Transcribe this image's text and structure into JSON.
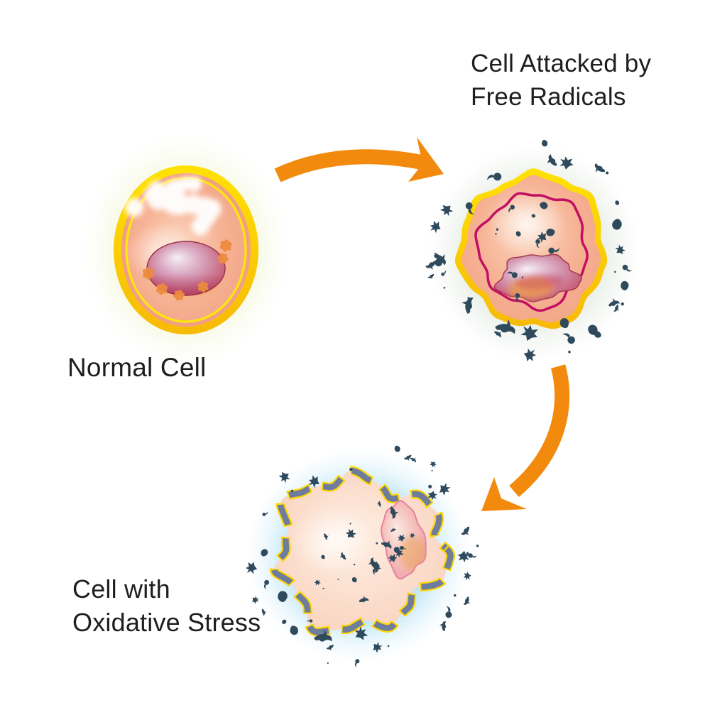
{
  "diagram": {
    "type": "process-flow",
    "stages": [
      {
        "id": "normal-cell",
        "lines": [
          "Normal Cell"
        ]
      },
      {
        "id": "cell-attacked-by-free-radicals",
        "lines": [
          "Cell Attacked by",
          "Free Radicals"
        ]
      },
      {
        "id": "cell-with-oxidative-stress",
        "lines": [
          "Cell with",
          "Oxidative Stress"
        ]
      }
    ],
    "flow": [
      {
        "from": "normal-cell",
        "to": "cell-attacked-by-free-radicals"
      },
      {
        "from": "cell-attacked-by-free-radicals",
        "to": "cell-with-oxidative-stress"
      }
    ],
    "colors": {
      "background": "#FFFFFF",
      "label_text": "#1E1E1E",
      "arrow_orange": "#F28B0D",
      "membrane_yellow": "#FFD606",
      "cell_body_salmon": "#F2A285",
      "cell_interior_light": "#FBD9C6",
      "inner_membrane_magenta": "#C20E63",
      "nucleus_crimson": "#C25671",
      "organelle_orange": "#ED8C3F",
      "free_radical_dark": "#2E4A5C",
      "damaged_membrane_slate": "#6F7D9C",
      "glow_normal_cell": "#EDF3CC",
      "glow_attacked_cell": "#D8E2D5",
      "glow_stressed_cell": "#A8DCF2"
    }
  }
}
